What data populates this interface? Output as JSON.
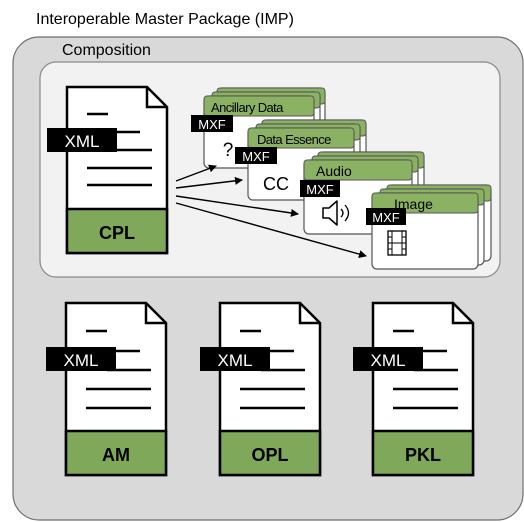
{
  "title": "Interoperable Master Package (IMP)",
  "composition_label": "Composition",
  "xml_tag": "XML",
  "mxf_tag": "MXF",
  "documents": {
    "cpl": "CPL",
    "am": "AM",
    "opl": "OPL",
    "pkl": "PKL"
  },
  "essences": {
    "ancillary": {
      "label": "Ancillary Data",
      "symbol": "?",
      "icon": "question-mark-icon"
    },
    "data": {
      "label": "Data Essence",
      "symbol": "CC",
      "icon": "closed-caption-icon"
    },
    "audio": {
      "label": "Audio",
      "symbol": "",
      "icon": "speaker-icon"
    },
    "image": {
      "label": "Image",
      "symbol": "",
      "icon": "film-strip-icon"
    }
  },
  "colors": {
    "outer_box": "#d9d9d9",
    "inner_box": "#f2f2f2",
    "green": "#7fa85a",
    "tag_bg": "#000000",
    "tag_fg": "#ffffff"
  }
}
